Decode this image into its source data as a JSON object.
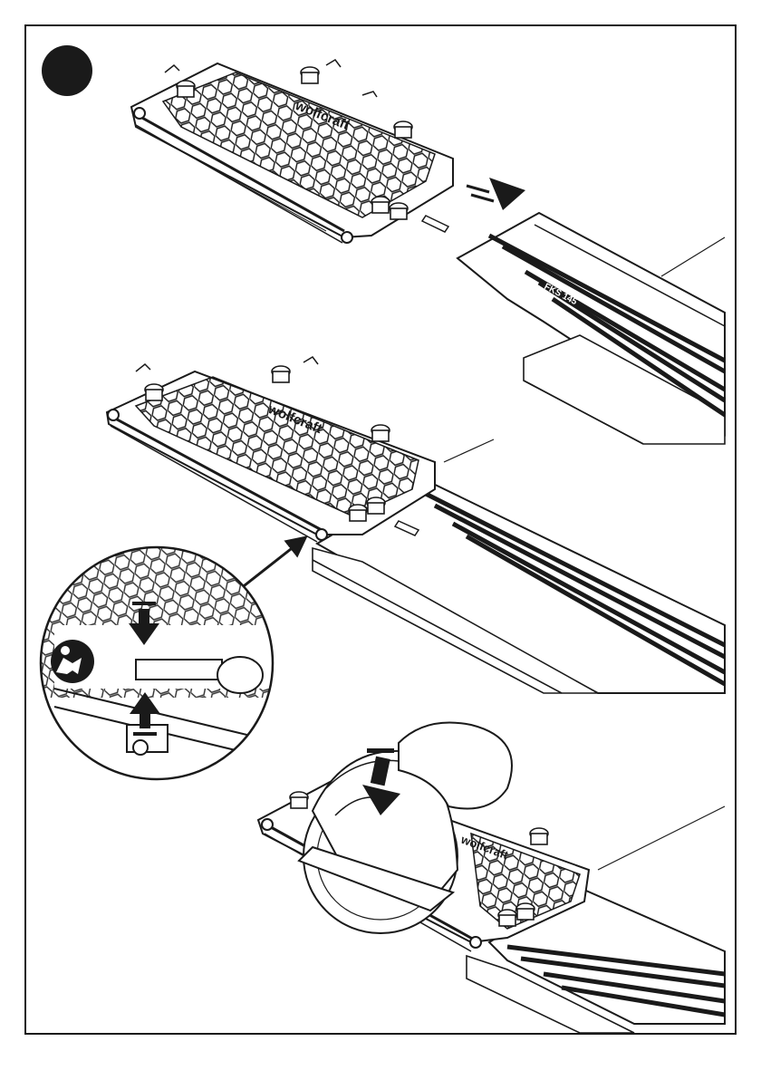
{
  "page": {
    "step_number": "",
    "brand_text": "wolfcraft",
    "rail_model": "FKS 145"
  },
  "icons": {
    "step_badge": "filled-circle",
    "manual_icon": "read-manual-icon",
    "arrow": "push-arrow-icon"
  },
  "colors": {
    "ink": "#1a1a1a",
    "paper": "#ffffff",
    "rail_dark": "#222222",
    "wood": "#ffffff"
  }
}
